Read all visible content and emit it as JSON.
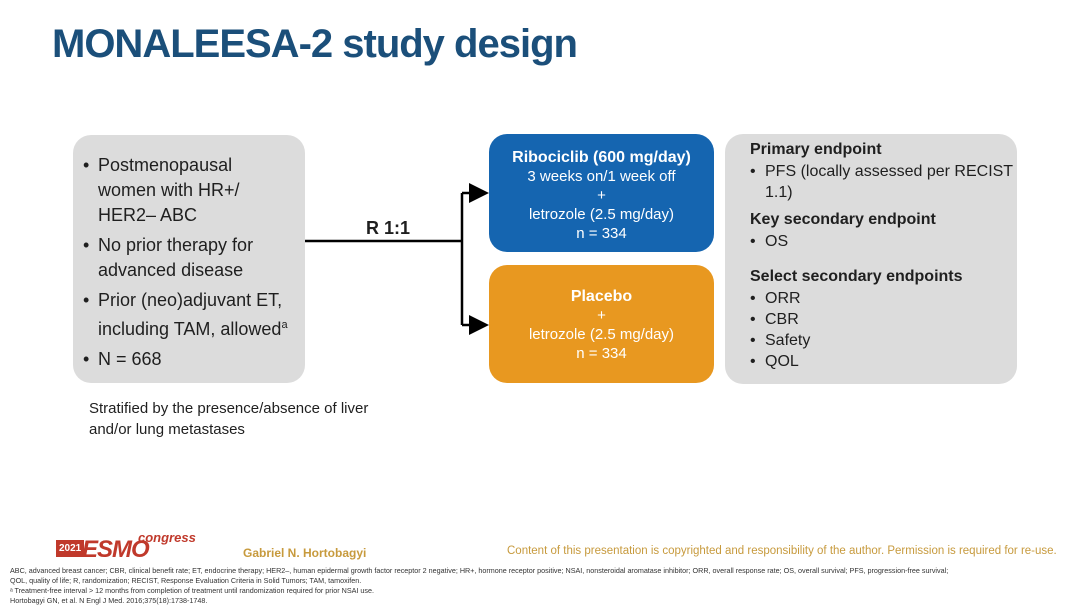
{
  "slide": {
    "title": "MONALEESA-2 study design"
  },
  "population": {
    "bullets": [
      "Postmenopausal women with HR+/ HER2– ABC",
      "No prior therapy for advanced disease",
      "Prior (neo)adjuvant ET, including TAM, allowed",
      "N = 668"
    ],
    "bullet3_superscript": "a",
    "stratification": "Stratified by the presence/absence of liver and/or lung metastases"
  },
  "randomization": {
    "label": "R 1:1"
  },
  "arms": {
    "ribociclib": {
      "head": "Ribociclib (600 mg/day)",
      "schedule": "3 weeks on/1 week off",
      "plus": "+",
      "partner": "letrozole (2.5 mg/day)",
      "n": "n = 334",
      "color": "#1565b0"
    },
    "placebo": {
      "head": "Placebo",
      "plus": "+",
      "partner": "letrozole (2.5 mg/day)",
      "n": "n = 334",
      "color": "#e89820"
    }
  },
  "endpoints": {
    "primary_head": "Primary endpoint",
    "primary_items": [
      "PFS (locally assessed per RECIST 1.1)"
    ],
    "key_secondary_head": "Key secondary endpoint",
    "key_secondary_items": [
      "OS"
    ],
    "select_secondary_head": "Select secondary endpoints",
    "select_secondary_items": [
      "ORR",
      "CBR",
      "Safety",
      "QOL"
    ]
  },
  "footer": {
    "logo_year": "2021",
    "logo_main": "ESMO",
    "logo_congress": "congress",
    "presenter": "Gabriel N. Hortobagyi",
    "copyright": "Content of this presentation is copyrighted and responsibility of the author. Permission is required for re-use.",
    "abbreviations_1": "ABC, advanced breast cancer; CBR, clinical benefit rate; ET, endocrine therapy; HER2–, human epidermal growth factor receptor 2 negative; HR+, hormone receptor positive; NSAI, nonsteroidal aromatase inhibitor; ORR, overall response rate; OS, overall survival; PFS, progression-free survival;",
    "abbreviations_2": "QOL, quality of life; R, randomization; RECIST, Response Evaluation Criteria in Solid Tumors; TAM, tamoxifen.",
    "footnote_a": "ᵃ Treatment-free interval > 12 months from completion of treatment until randomization required for prior NSAI use.",
    "reference": "Hortobagyi GN, et al. N Engl J Med. 2016;375(18):1738-1748."
  },
  "colors": {
    "title": "#1b4f7a",
    "panel_gray": "#dcdcdc",
    "accent_gold": "#c79a3d",
    "esmo_red": "#c0392b"
  }
}
